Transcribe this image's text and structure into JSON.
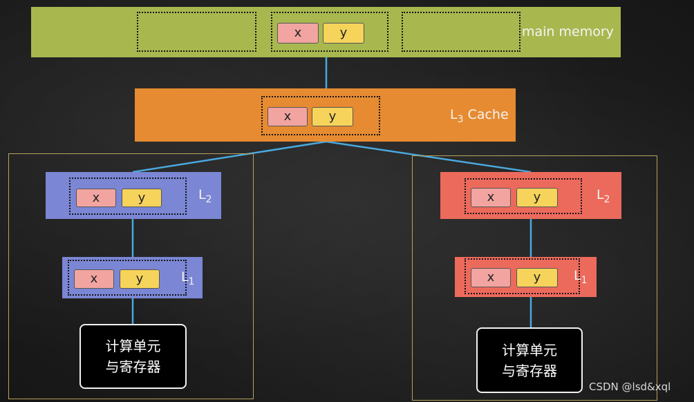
{
  "main_memory": {
    "label": "main memory",
    "x": "x",
    "y": "y",
    "color": "#a8b84f"
  },
  "l3": {
    "label_main": "L",
    "label_sub": "3",
    "label_rest": " Cache",
    "x": "x",
    "y": "y",
    "color": "#e68b31"
  },
  "left_core": {
    "l2": {
      "label_main": "L",
      "label_sub": "2",
      "x": "x",
      "y": "y",
      "color": "#7b86d4"
    },
    "l1": {
      "label_main": "L",
      "label_sub": "1",
      "x": "x",
      "y": "y",
      "color": "#7b86d4"
    },
    "unit": {
      "line1": "计算单元",
      "line2": "与寄存器"
    }
  },
  "right_core": {
    "l2": {
      "label_main": "L",
      "label_sub": "2",
      "x": "x",
      "y": "y",
      "color": "#ec6a5c"
    },
    "l1": {
      "label_main": "L",
      "label_sub": "1",
      "x": "x",
      "y": "y",
      "color": "#ec6a5c"
    },
    "unit": {
      "line1": "计算单元",
      "line2": "与寄存器"
    }
  },
  "watermark": "CSDN @lsd&xql",
  "connector_color": "#4aa9de"
}
